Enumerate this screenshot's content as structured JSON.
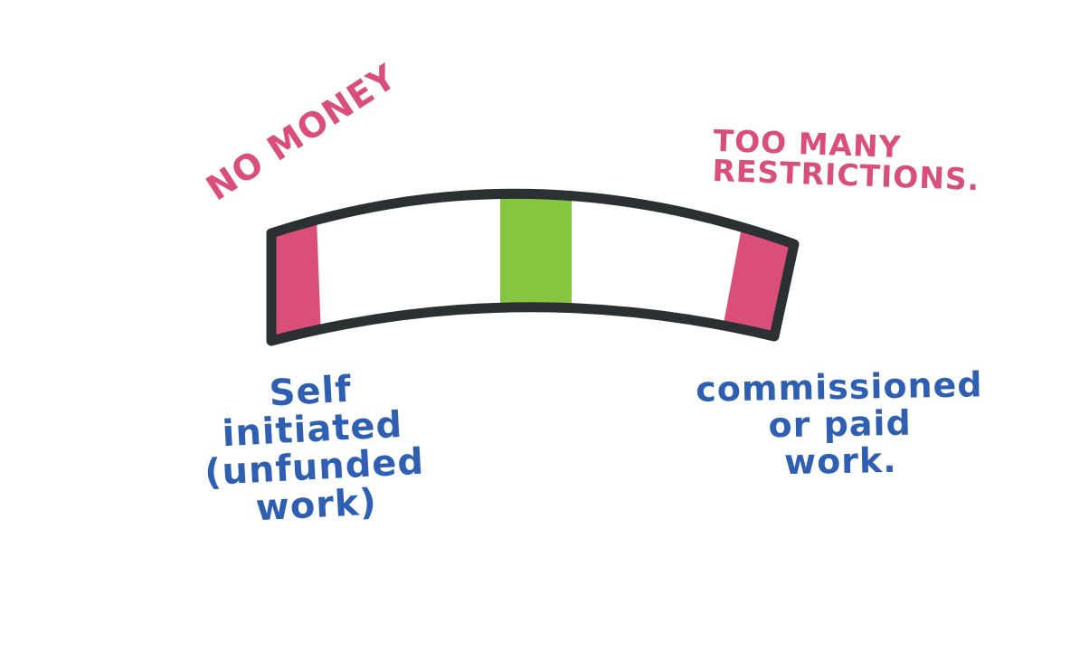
{
  "diagram": {
    "labels": {
      "no_money": "NO MONEY",
      "too_many_restrictions": "TOO MANY\nRESTRICTIONS.",
      "self_initiated": "Self\ninitiated\n(unfunded\nwork)",
      "commissioned": "commissioned\nor paid\nwork."
    },
    "colors": {
      "outline": "#2b3033",
      "pink_zone": "#d94f7a",
      "green_zone": "#86c540",
      "bar_fill": "#ffffff",
      "pink_text": "#d94f7a",
      "blue_text": "#2f5fb3"
    }
  }
}
